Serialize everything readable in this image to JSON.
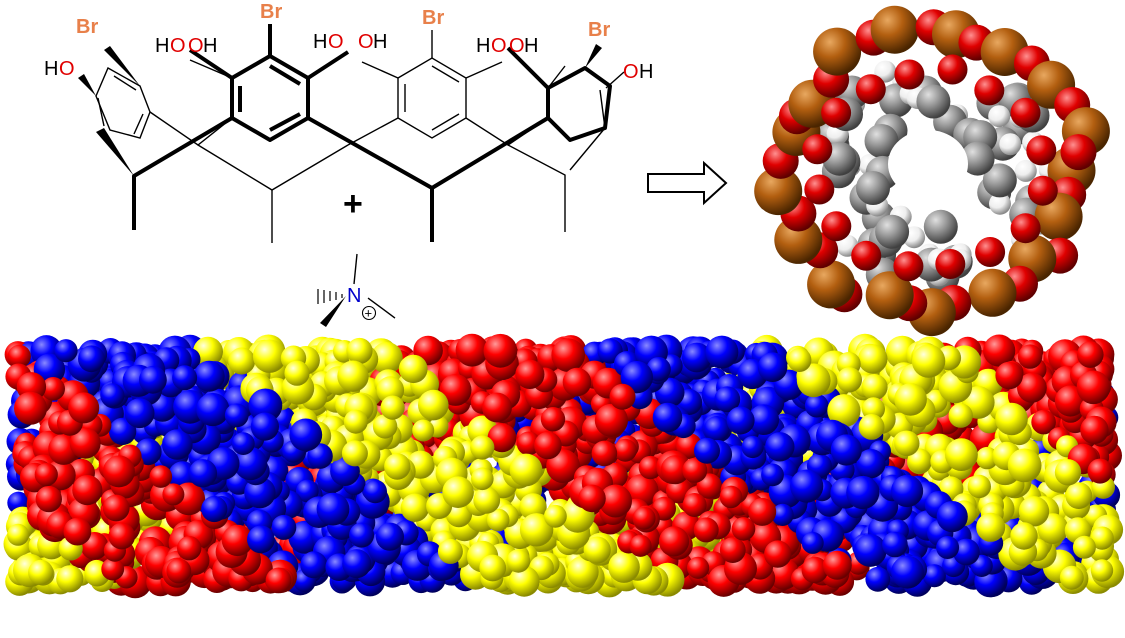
{
  "colors": {
    "bromine": "#E8804A",
    "oxygen": "#E00000",
    "nitrogen": "#0000CC",
    "bond": "#000000",
    "capsule_br": "#B35F10",
    "capsule_o": "#E00000",
    "capsule_c": "#9A9A9A",
    "capsule_h": "#EEEEEE",
    "helix_strand_1": "#0000FF",
    "helix_strand_2": "#FFFF00",
    "helix_strand_3": "#FF0000"
  },
  "structure": {
    "br_labels": [
      "Br",
      "Br",
      "Br",
      "Br"
    ],
    "ho_left": {
      "h": "H",
      "o": "O"
    },
    "hydroxyl_pairs": [
      {
        "left_h": "H",
        "left_o": "O",
        "right_o": "O",
        "right_h": "H"
      },
      {
        "left_h": "H",
        "left_o": "O",
        "right_o": "O",
        "right_h": "H"
      },
      {
        "left_h": "H",
        "left_o": "O",
        "right_o": "O",
        "right_h": "H"
      }
    ],
    "oh_right": {
      "o": "O",
      "h": "H"
    },
    "plus": "+",
    "nitrogen": "N",
    "charge": "+"
  },
  "icons": [
    "arrow-right-icon",
    "molecular-capsule-model",
    "triple-helix-model"
  ]
}
